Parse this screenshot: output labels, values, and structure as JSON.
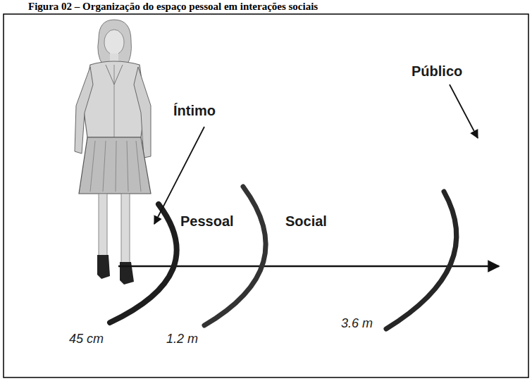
{
  "diagram": {
    "title": "Figura 02 – Organização do espaço pessoal em interações sociais",
    "labels": [
      "Íntimo",
      "Pessoal",
      "Social",
      "Público",
      "45 cm",
      "1.2 m",
      "3.6 m"
    ]
  }
}
